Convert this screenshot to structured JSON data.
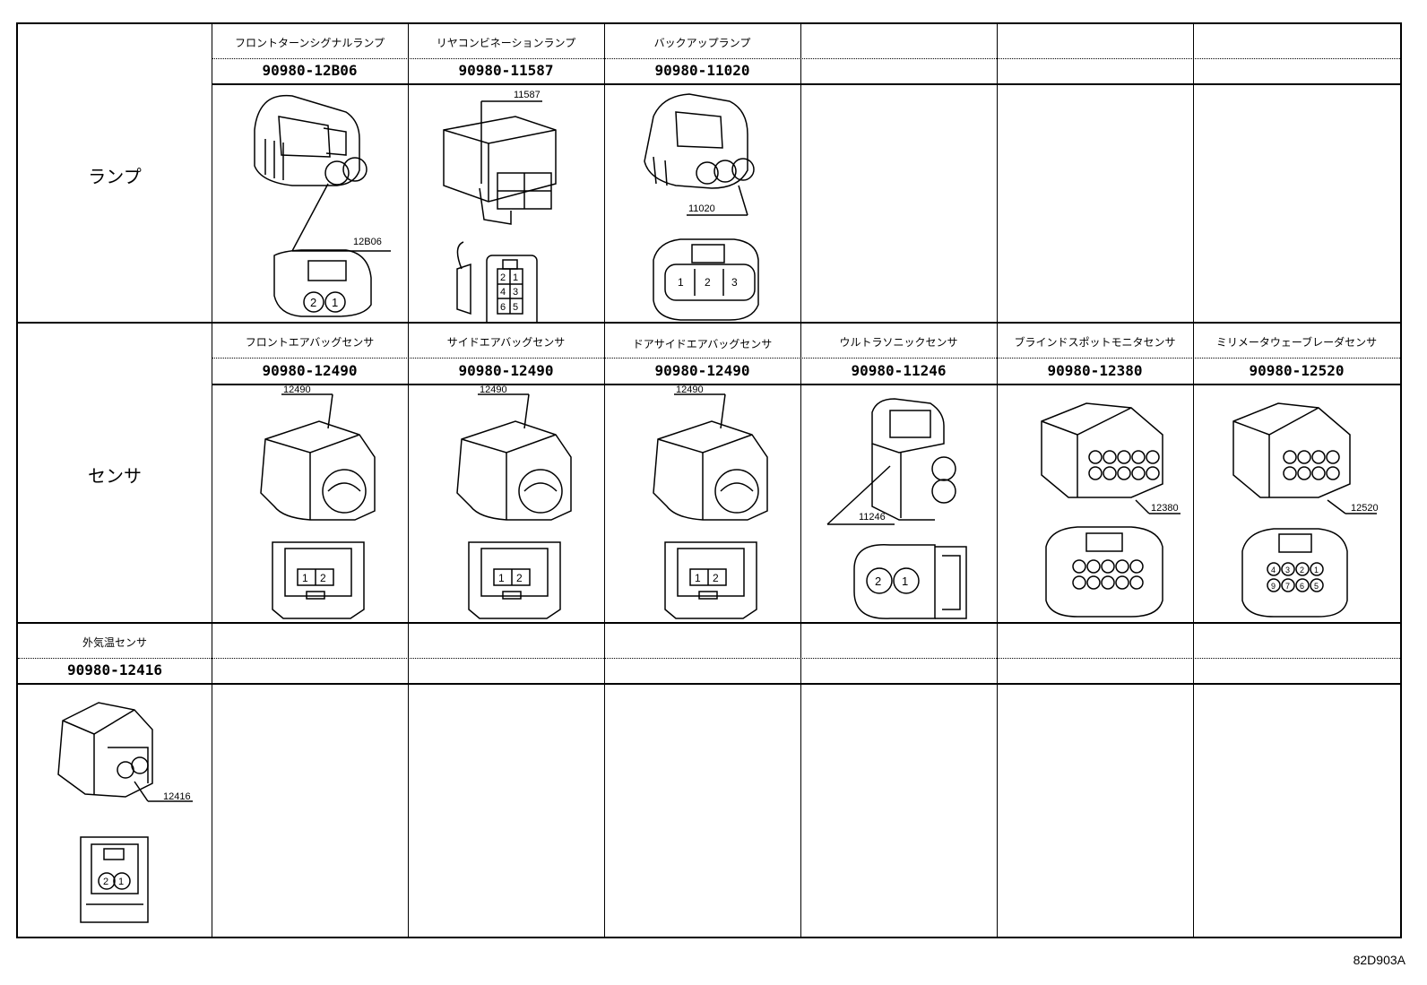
{
  "rows": [
    {
      "category": "ランプ",
      "cells": [
        {
          "name": "フロントターンシグナルランプ",
          "part": "90980-12B06",
          "callout": "12B06",
          "pins": [
            "2",
            "1"
          ]
        },
        {
          "name": "リヤコンビネーションランプ",
          "part": "90980-11587",
          "callout": "11587",
          "pins": [
            "2",
            "1",
            "4",
            "3",
            "6",
            "5"
          ]
        },
        {
          "name": "バックアップランプ",
          "part": "90980-11020",
          "callout": "11020",
          "pins": [
            "1",
            "2",
            "3"
          ]
        },
        {
          "name": "",
          "part": ""
        },
        {
          "name": "",
          "part": ""
        },
        {
          "name": "",
          "part": ""
        }
      ]
    },
    {
      "category": "センサ",
      "cells": [
        {
          "name": "フロントエアバッグセンサ",
          "part": "90980-12490",
          "callout": "12490",
          "pins": [
            "1",
            "2"
          ]
        },
        {
          "name": "サイドエアバッグセンサ",
          "part": "90980-12490",
          "callout": "12490",
          "pins": [
            "1",
            "2"
          ]
        },
        {
          "name": "ドアサイドエアバッグセンサ",
          "part": "90980-12490",
          "callout": "12490",
          "pins": [
            "1",
            "2"
          ]
        },
        {
          "name": "ウルトラソニックセンサ",
          "part": "90980-11246",
          "callout": "11246",
          "pins": [
            "2",
            "1"
          ]
        },
        {
          "name": "ブラインドスポットモニタセンサ",
          "part": "90980-12380",
          "callout": "12380"
        },
        {
          "name": "ミリメータウェーブレーダセンサ",
          "part": "90980-12520",
          "callout": "12520",
          "pins": [
            "4",
            "3",
            "2",
            "1",
            "9",
            "7",
            "6",
            "5"
          ]
        }
      ]
    },
    {
      "category": "",
      "cells": [
        {
          "name": "外気温センサ",
          "part": "90980-12416",
          "callout": "12416",
          "pins": [
            "2",
            "1"
          ]
        },
        {
          "name": "",
          "part": ""
        },
        {
          "name": "",
          "part": ""
        },
        {
          "name": "",
          "part": ""
        },
        {
          "name": "",
          "part": ""
        },
        {
          "name": "",
          "part": ""
        }
      ]
    }
  ],
  "sheet_id": "82D903A"
}
